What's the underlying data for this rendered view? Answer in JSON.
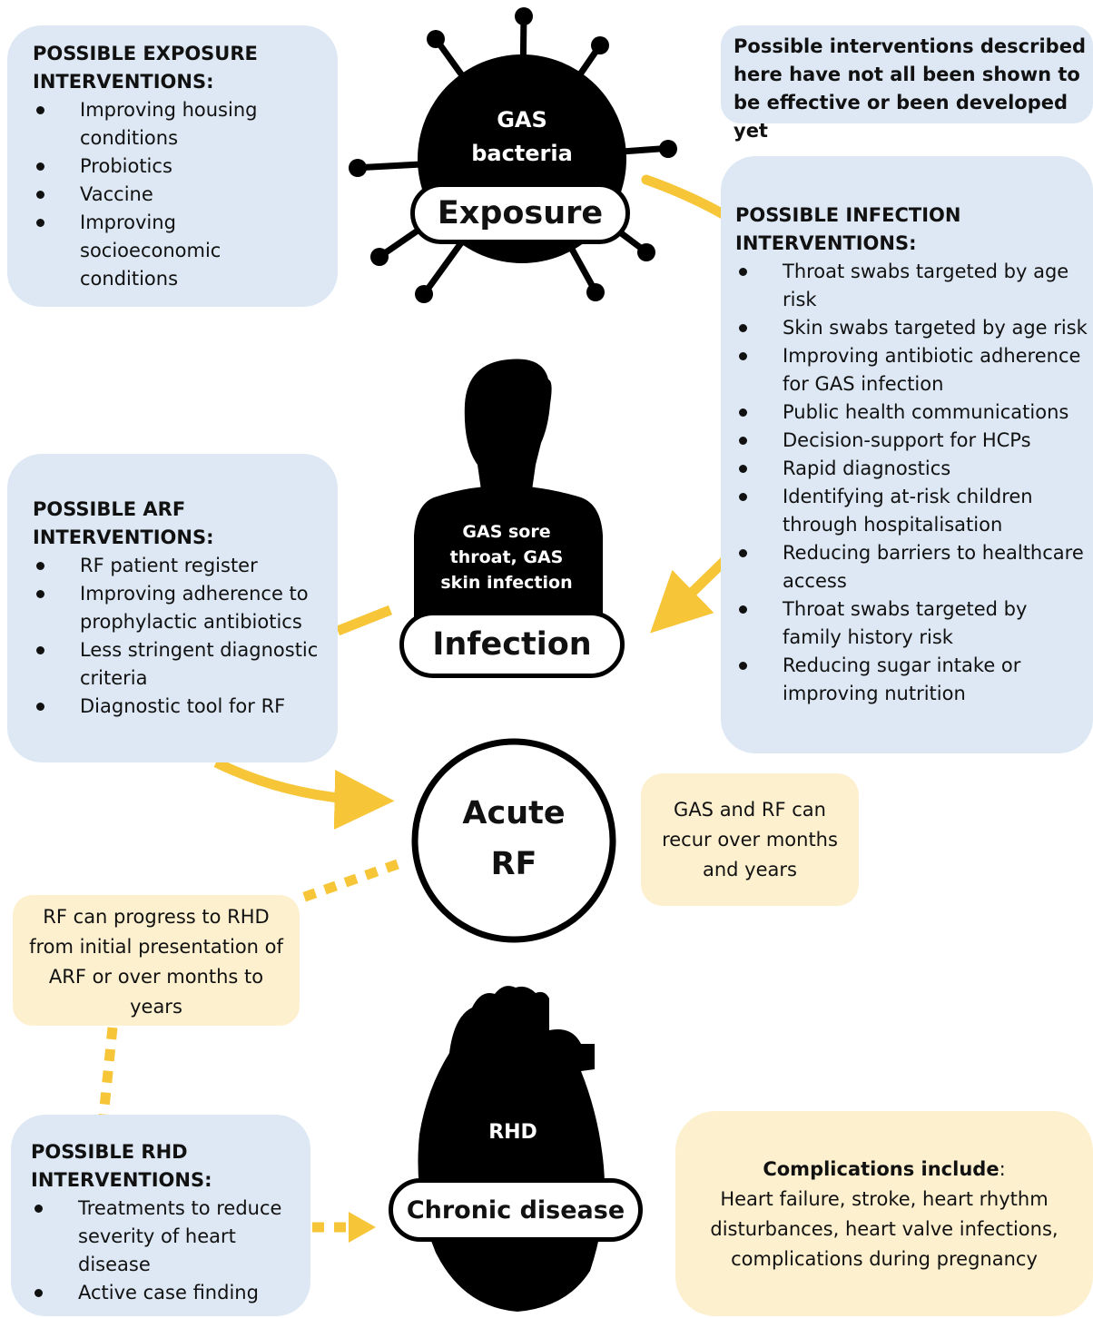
{
  "exposure_box": {
    "title": "POSSIBLE EXPOSURE INTERVENTIONS:",
    "items": [
      "Improving housing conditions",
      "Probiotics",
      "Vaccine",
      "Improving socioeconomic conditions"
    ]
  },
  "disclaimer": "Possible interventions described here have not all been shown to be effective or been developed yet",
  "infection_box": {
    "title": "POSSIBLE INFECTION INTERVENTIONS:",
    "items": [
      "Throat swabs targeted by age risk",
      "Skin swabs targeted by age risk",
      "Improving antibiotic adherence for GAS infection",
      "Public health communications",
      "Decision-support for HCPs",
      "Rapid diagnostics",
      "Identifying at-risk children through hospitalisation",
      "Reducing barriers to healthcare access",
      "Throat swabs targeted by family history risk",
      "Reducing sugar intake or improving nutrition"
    ]
  },
  "arf_box": {
    "title": "POSSIBLE ARF INTERVENTIONS:",
    "items": [
      "RF patient register",
      "Improving adherence to prophylactic antibiotics",
      "Less stringent diagnostic criteria",
      "Diagnostic tool for RF"
    ]
  },
  "rhd_box": {
    "title": "POSSIBLE RHD INTERVENTIONS:",
    "items": [
      "Treatments to reduce severity of heart disease",
      "Active case finding"
    ]
  },
  "notes": {
    "recur": "GAS and RF can recur over months and years",
    "progress": "RF can progress to RHD from initial presentation of ARF or over months to years",
    "complications_title": "Complications include",
    "complications_colon": ":",
    "complications_text": "Heart failure, stroke, heart rhythm disturbances, heart valve infections, complications during pregnancy"
  },
  "stages": {
    "bacteria_label": "GAS bacteria",
    "exposure": "Exposure",
    "person_label": "GAS sore throat, GAS skin infection",
    "infection": "Infection",
    "acute_rf": "Acute RF",
    "heart_label": "RHD",
    "chronic": "Chronic disease"
  },
  "colors": {
    "box_blue": "#dde8f4",
    "box_yellow": "#fdf0cf",
    "arrow": "#f6c638",
    "silhouette": "#000000"
  }
}
